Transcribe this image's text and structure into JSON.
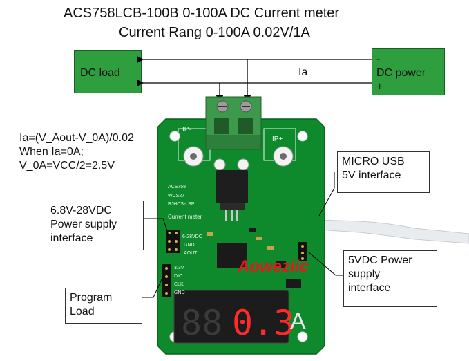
{
  "title": {
    "line1": "ACS758LCB-100B 0-100A  DC Current meter",
    "line2": "Current Rang 0-100A 0.02V/1A"
  },
  "boxes": {
    "dc_load": "DC load",
    "dc_power_minus": "-",
    "dc_power_label": "DC power",
    "dc_power_plus": "+",
    "current_label": "Ia"
  },
  "formula": {
    "line1": "Ia=(V_Aout-V_0A)/0.02",
    "line2": "When Ia=0A;",
    "line3": "V_0A=VCC/2=2.5V"
  },
  "callouts": {
    "usb_line1": "MICRO USB",
    "usb_line2": "5V  interface",
    "power_line1": "6.8V-28VDC",
    "power_line2": "Power supply",
    "power_line3": "interface",
    "five_v_line1": "5VDC Power",
    "five_v_line2": "supply",
    "five_v_line3": "interface",
    "program_line1": "Program",
    "program_line2": "Load"
  },
  "pcb": {
    "ip_minus": "IP-",
    "ip_plus": "IP+",
    "silk1": "ACS758",
    "silk2": "WCS27",
    "silk3": "BJHCS-LSP",
    "silk4": "Current meter",
    "silk_vin": "6-28VDC",
    "silk_gnd": "GND",
    "silk_aout": "AOUT",
    "silk_33v": "3.3V",
    "silk_swdio": "DIO",
    "silk_swclk": "CLK",
    "silk_gnd2": "GND",
    "display_digits": "88",
    "display_digits_red": "0.3",
    "display_unit": "A"
  },
  "watermark": "Aoweziic",
  "colors": {
    "box_green": "#2e9e3e",
    "pcb_green": "#0e8a2c",
    "terminal_green": "#3d9a4c",
    "led_red": "#ff2a2a",
    "watermark_red": "#e3191c"
  }
}
